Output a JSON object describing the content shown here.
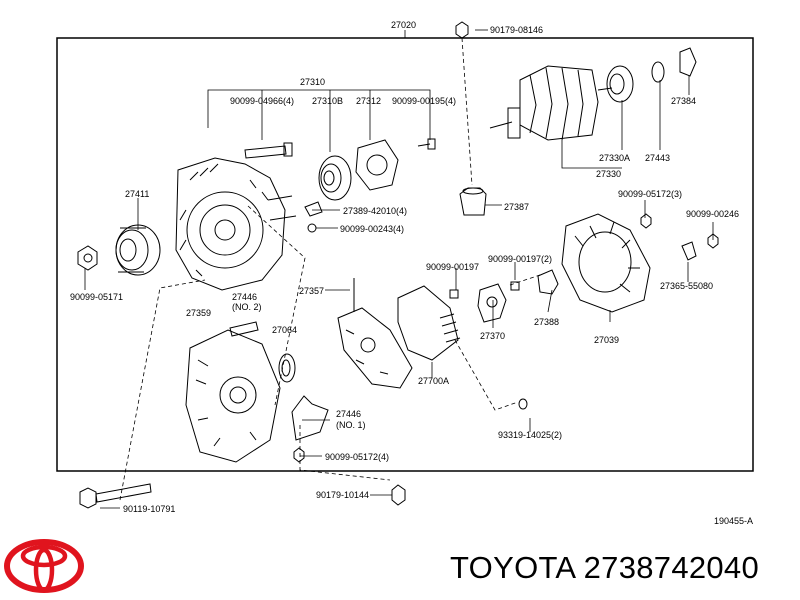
{
  "diagram_code": "190455-A",
  "brand": {
    "maker": "TOYOTA",
    "part_number": "2738742040",
    "logo_name": "toyota-logo"
  },
  "labels": {
    "assembly": "27020",
    "top_bolt": "90179-08146",
    "frame_group": "27310",
    "screw_a": "90099-04966(4)",
    "bearing_b": "27310B",
    "retainer": "27312",
    "screw_b": "90099-00195(4)",
    "pulley": "27411",
    "nut_pulley": "90099-05171",
    "washer_a": "27389-42010(4)",
    "screw_c": "90099-00243(4)",
    "rotor": "27330",
    "bearing_a": "27330A",
    "ring_a": "27443",
    "ring_b": "27384",
    "holder_cap": "27387",
    "nut_a": "90099-05172(3)",
    "nut_b": "90099-00246",
    "screw_d": "90099-00197",
    "screw_e": "90099-00197(2)",
    "insulator": "27365-55080",
    "rectifier": "27357",
    "regulator": "27700A",
    "terminal": "27370",
    "plate": "27388",
    "rear_cover": "27039",
    "rear_frame": "27359",
    "insulator_2": "27446",
    "insulator_2_note": "(NO. 2)",
    "gasket": "27064",
    "insulator_1": "27446",
    "insulator_1_note": "(NO. 1)",
    "nut_c": "90099-05172(4)",
    "screw_f": "93319-14025(2)",
    "nut_d": "90179-10144",
    "through_bolt": "90119-10791"
  }
}
